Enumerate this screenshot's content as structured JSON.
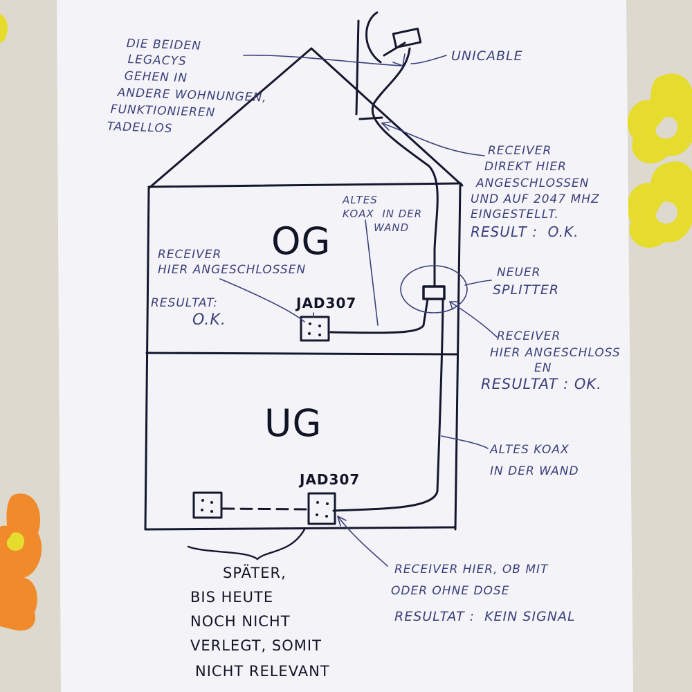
{
  "colors": {
    "paper": "#f4f4f8",
    "ink_black": "#15172e",
    "ink_blue": "#3a3f7a",
    "tablecloth": "#ddd9cf",
    "flower_yellow": "#e6dc2e",
    "flower_orange": "#f08a2a"
  },
  "diagram": {
    "floors": {
      "upper": "OG",
      "lower": "UG"
    },
    "sockets": {
      "og": "JAD307",
      "ug": "JAD307"
    },
    "annotations": {
      "legacys": [
        "DIE BEIDEN",
        "LEGACYS",
        "GEHEN IN",
        "ANDERE WOHNUNGEN,",
        "FUNKTIONIEREN",
        "TADELLOS"
      ],
      "unicable": "UNICABLE",
      "receiver_direkt": [
        "RECEIVER",
        "DIREKT HIER",
        "ANGESCHLOSSEN",
        "UND AUF 2047 MHZ",
        "EINGESTELLT.",
        "RESULT :  O.K."
      ],
      "altes_koax_og": [
        "ALTES",
        "KOAX  IN DER",
        "WAND"
      ],
      "receiver_og": [
        "RECEIVER",
        "HIER ANGESCHLOSSEN"
      ],
      "resultat_og": [
        "RESULTAT:",
        "O.K."
      ],
      "neuer_splitter": [
        "NEUER",
        "SPLITTER"
      ],
      "receiver_splitter": [
        "RECEIVER",
        "HIER ANGESCHLOSS",
        "EN",
        "RESULTAT : OK."
      ],
      "altes_koax_ug": [
        "ALTES KOAX",
        "IN DER WAND"
      ],
      "receiver_ug": [
        "RECEIVER HIER, OB MIT",
        "ODER OHNE DOSE",
        "RESULTAT :  KEIN SIGNAL"
      ],
      "spaeter": [
        "SPÄTER,",
        "BIS HEUTE",
        "NOCH NICHT",
        "VERLEGT, SOMIT",
        "NICHT RELEVANT"
      ]
    }
  }
}
